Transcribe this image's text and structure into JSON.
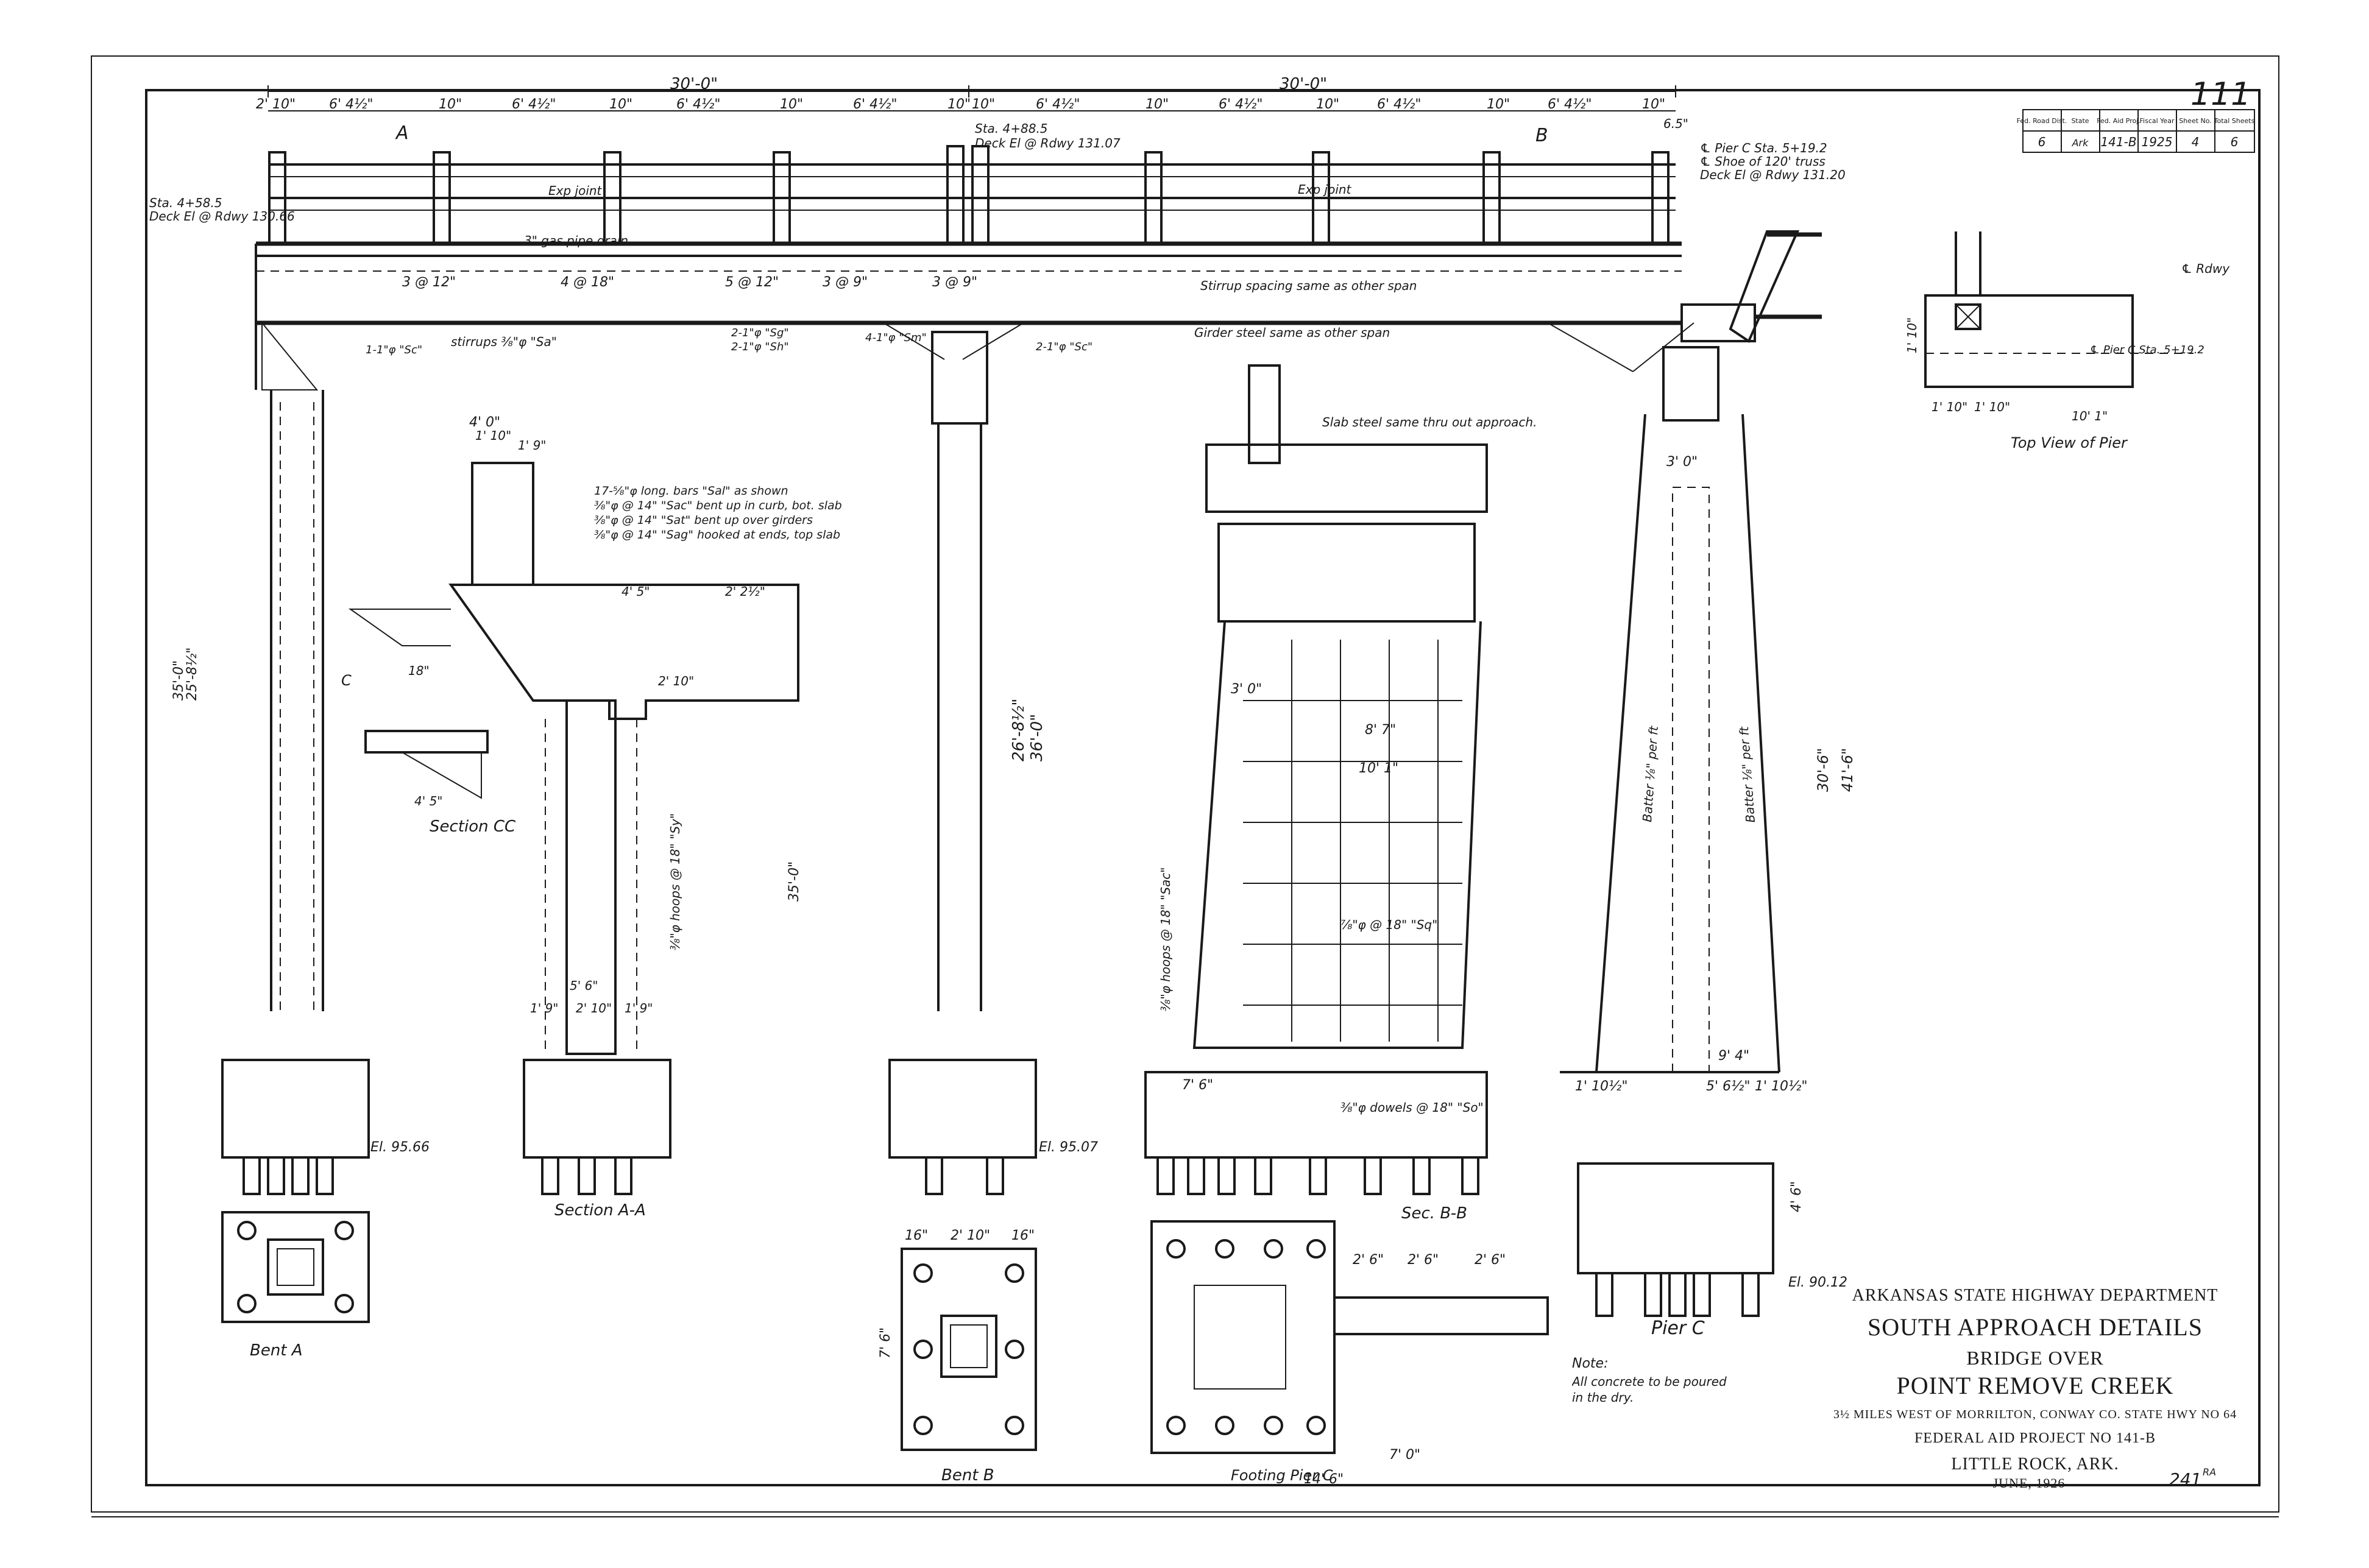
{
  "sheet": {
    "sheet_number": "111",
    "title_block": {
      "agency": "Arkansas State Highway Department",
      "title": "South Approach Details",
      "subtitle": "Bridge over",
      "structure": "Point Remove Creek",
      "location": "3½ Miles West of Morrilton, Conway Co. State Hwy No 64",
      "project": "Federal Aid Project No 141-B",
      "city": "Little Rock, Ark.",
      "date": "June, 1926",
      "drawing_no": "241",
      "initials": "RA"
    },
    "project_table": {
      "headers": [
        "Fed. Road Dist.",
        "State",
        "Fed. Aid Proj.",
        "Fiscal Year",
        "Sheet No.",
        "Total Sheets"
      ],
      "values": [
        "6",
        "Ark",
        "141-B",
        "1925",
        "4",
        "6"
      ]
    },
    "note": {
      "label": "Note:",
      "text": "All concrete to be poured in the dry."
    }
  },
  "view_labels": {
    "section_cc": "Section CC",
    "section_aa": "Section A-A",
    "section_bb": "Sec. B-B",
    "bent_a": "Bent A",
    "bent_b": "Bent B",
    "pier_c": "Pier C",
    "footing_pier_c": "Footing Pier C",
    "top_view_pier": "Top View of Pier"
  },
  "elevation": {
    "span_left": "30'-0\"",
    "span_right": "30'-0\"",
    "section_mark_a": "A",
    "section_mark_b": "B",
    "section_mark_c": "C",
    "spacings": [
      "2' 10\"",
      "6' 4½\"",
      "10\"",
      "6' 4½\"",
      "10\"",
      "6' 4½\"",
      "10\"",
      "6' 4½\"",
      "10\"",
      "10\"",
      "6' 4½\"",
      "10\"",
      "6' 4½\"",
      "10\"",
      "6' 4½\"",
      "10\"",
      "6' 4½\"",
      "10\"",
      "6.5\""
    ],
    "sta_left": "Sta. 4+58.5",
    "deck_left": "Deck El @ Rdwy 130.66",
    "sta_mid": "Sta. 4+88.5",
    "deck_mid": "Deck El @ Rdwy 131.07",
    "pier_c_sta": "℄ Pier C Sta. 5+19.2",
    "shoe": "℄ Shoe of 120' truss",
    "deck_right": "Deck El @ Rdwy 131.20",
    "exp_joint_1": "Exp joint",
    "exp_joint_2": "Exp joint",
    "gas_pipe": "3\" gas pipe drain",
    "stirrups": "stirrups ⅜\"φ \"Sa\"",
    "stirrup_spacing": "Stirrup spacing same as other span",
    "girder_steel": "Girder steel same as other span",
    "slab_steel": "Slab steel same thru out approach.",
    "rdwy": "℄ Rdwy",
    "pier_c_sta_top": "℄ Pier C Sta. 5+19.2",
    "stirrup_counts": [
      "3 @ 12\"",
      "4 @ 18\"",
      "5 @ 12\"",
      "3 @ 9\"",
      "3 @ 9\""
    ],
    "bar_callouts": [
      "1-1\"φ \"Sc\"",
      "2-1\"φ \"Sg\"",
      "2-1\"φ \"Sh\"",
      "2-1\"φ \"Sc\"",
      "4-1\"φ \"Sm\""
    ],
    "bent_a_elev": "El. 95.66",
    "bent_b_elev": "El. 95.07",
    "pier_c_elev": "El. 90.12",
    "heights": [
      "35'-0\"",
      "25'-8½\"",
      "26'-8½\"",
      "36'-0\"",
      "35'-0\"",
      "30'-6\"",
      "41'-6\""
    ],
    "batter_1": "Batter ⅛\" per ft",
    "batter_2": "Batter ⅛\" per ft"
  },
  "section_aa_notes": {
    "long_bars": "17-⅝\"φ long. bars \"Sal\" as shown",
    "curb_bars": "⅜\"φ @ 14\" \"Sac\" bent up in curb, bot. slab",
    "girder_bars": "⅜\"φ @ 14\" \"Sat\" bent up over girders",
    "hook_bars": "⅜\"φ @ 14\" \"Sag\" hooked at ends, top slab",
    "hoops": "⅜\"φ hoops @ 18\" \"Sy\"",
    "dims": [
      "4' 0\"",
      "1' 10\"",
      "1' 9\"",
      "18\"",
      "2' 10\"",
      "4' 5\"",
      "2' 2½\"",
      "5' 6\"",
      "1' 9\"",
      "2' 10\"",
      "1' 9\"",
      "4' 5\""
    ]
  },
  "section_bb_notes": {
    "dims": [
      "8' 7\"",
      "10' 1\"",
      "3' 0\"",
      "7' 6\""
    ],
    "hoops": "⅜\"φ hoops @ 18\" \"Sac\"",
    "bars": "⅞\"φ @ 18\" \"Sq\"",
    "dowels": "⅜\"φ dowels @ 18\" \"So\""
  },
  "pier_c_dims": [
    "9' 4\"",
    "5' 6½\"",
    "1' 10½\"",
    "1' 10½\"",
    "3' 0\"",
    "4' 6\""
  ],
  "footing_dims": [
    "14' 6\"",
    "7' 0\"",
    "2' 6\"",
    "2' 6\"",
    "2' 6\""
  ],
  "bent_b_dims": [
    "16\"",
    "2' 10\"",
    "16\"",
    "7' 6\""
  ],
  "top_view_dims": [
    "1' 10\"",
    "1' 10\"",
    "1' 10\"",
    "10' 1\""
  ]
}
